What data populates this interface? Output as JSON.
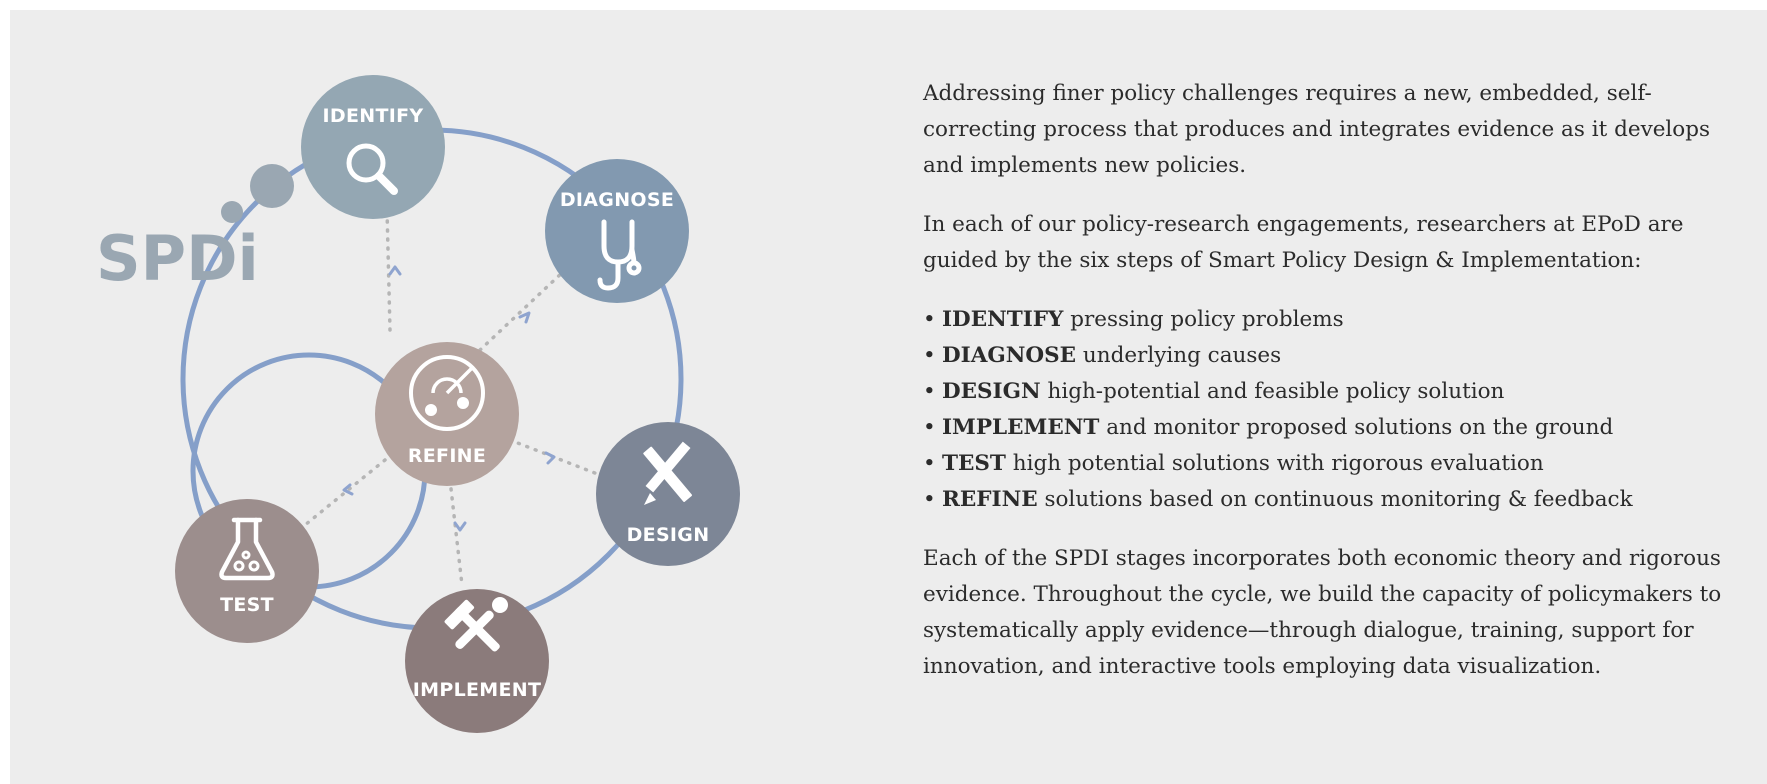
{
  "logo": {
    "text": "SPDi"
  },
  "diagram": {
    "nodes": [
      {
        "id": "identify",
        "label": "IDENTIFY",
        "icon": "magnifier-icon",
        "color": "#94a7b3"
      },
      {
        "id": "diagnose",
        "label": "DIAGNOSE",
        "icon": "stethoscope-icon",
        "color": "#8299b0"
      },
      {
        "id": "design",
        "label": "DESIGN",
        "icon": "pencil-ruler-icon",
        "color": "#7d8696"
      },
      {
        "id": "implement",
        "label": "IMPLEMENT",
        "icon": "hammer-wrench-icon",
        "color": "#8b7b7b"
      },
      {
        "id": "test",
        "label": "TEST",
        "icon": "flask-icon",
        "color": "#9c8e8d"
      },
      {
        "id": "refine",
        "label": "REFINE",
        "icon": "radar-icon",
        "color": "#b4a39e"
      }
    ],
    "ring_color": "#859fc9",
    "arrow_color": "#8fa4cf",
    "dotted_color": "#b5b5b5"
  },
  "text": {
    "para1": "Addressing finer policy challenges requires a new, embedded, self-correcting process that produces and integrates evidence as it develops and implements new policies.",
    "para2": "In each of our policy-research engagements, researchers at EPoD are guided by the six steps of Smart Policy Design & Implementation:",
    "bullets": [
      {
        "term": "IDENTIFY",
        "rest": " pressing policy problems"
      },
      {
        "term": "DIAGNOSE",
        "rest": " underlying causes"
      },
      {
        "term": "DESIGN",
        "rest": " high-potential and feasible policy solution"
      },
      {
        "term": "IMPLEMENT",
        "rest": " and monitor proposed solutions on the ground"
      },
      {
        "term": "TEST",
        "rest": " high potential solutions with rigorous evaluation"
      },
      {
        "term": "REFINE",
        "rest": " solutions based on continuous monitoring & feedback"
      }
    ],
    "para3": "Each of the SPDI stages incorporates both economic theory and rigorous evidence. Throughout the cycle, we build the capacity of policymakers to systematically apply evidence—through dialogue, training, support for innovation, and interactive tools employing data visualization."
  }
}
